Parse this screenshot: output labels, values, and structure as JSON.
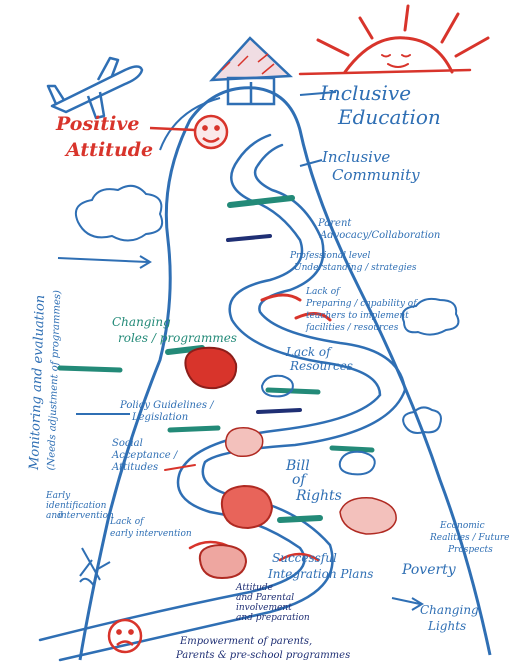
{
  "labels": {
    "inclusive_education": [
      "Inclusive",
      "Education"
    ],
    "positive_attitude": [
      "Positive",
      "Attitude"
    ],
    "inclusive_community": [
      "Inclusive",
      "Community"
    ],
    "parent_advocacy": [
      "Parent",
      "Advocacy/Collaboration"
    ],
    "professional_development": [
      "Professional level",
      "Understanding / strategies"
    ],
    "lack_of_capability": [
      "Lack of",
      "Preparing / capability of",
      "teachers to implement",
      "facilities / resources"
    ],
    "changing_roles": [
      "Changing",
      "roles / programmes"
    ],
    "lack_of_resources": [
      "Lack of",
      "Resources"
    ],
    "policy_guidelines": [
      "Policy Guidelines /",
      "Legislation"
    ],
    "social_inclusion": [
      "Social",
      "Acceptance /",
      "Attitudes"
    ],
    "bill_of_rights": [
      "Bill",
      "of",
      "Rights"
    ],
    "early_identification": [
      "Early",
      "identification",
      "and",
      "intervention"
    ],
    "lack_of_early_intervention": [
      "Lack of",
      "early intervention"
    ],
    "successful_integration": [
      "Successful",
      "Integration Plans"
    ],
    "parents_involvement": [
      "Attitude",
      "and Parental",
      "involvement",
      "and preparation"
    ],
    "poverty": "Poverty",
    "economic_realities": [
      "Economic",
      "Realities / Future",
      "Prospects"
    ],
    "changing_lights": [
      "Changing",
      "Lights"
    ],
    "empowerment": [
      "Empowerment of parents,",
      "Parents & pre-school programmes"
    ],
    "monitoring": [
      "Monitoring and evaluation",
      "(Needs adjustment of programmes)"
    ]
  },
  "colors": {
    "blue": "#2f6fb4",
    "red": "#d8342b",
    "green": "#238a78",
    "navy": "#1f2f74"
  },
  "icons": [
    "airplane-icon",
    "sun-icon",
    "house-icon",
    "smiley-face-icon",
    "sad-face-icon",
    "cloud-icon",
    "tree-icon"
  ]
}
